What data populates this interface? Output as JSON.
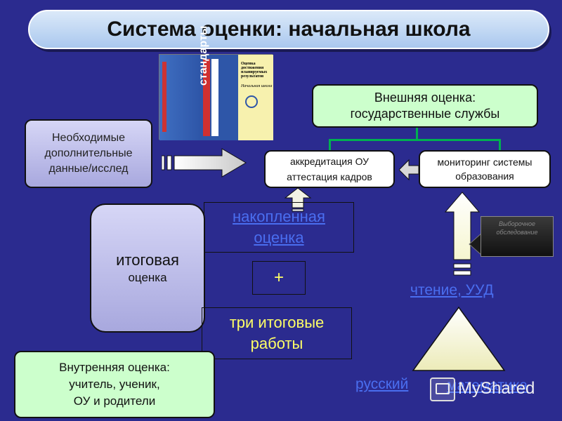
{
  "title": "Система оценки: начальная школа",
  "external": {
    "line1": "Внешняя оценка:",
    "line2": "государственные службы"
  },
  "needed_data": {
    "line1": "Необходимые",
    "line2": "дополнительные",
    "line3": "данные/исслед"
  },
  "accreditation": {
    "line1": "аккредитация ОУ",
    "line2": "аттестация кадров"
  },
  "monitoring": {
    "line1": "мониторинг системы",
    "line2": "образования"
  },
  "book": {
    "spine": "стандарты",
    "cover_line1": "Оценка",
    "cover_line2": "достижения",
    "cover_line3": "планируемых",
    "cover_line4": "результатов",
    "cover_sub": "Начальная школа"
  },
  "final": {
    "line1": "итоговая",
    "line2": "оценка"
  },
  "accumulated": {
    "line1": "накопленная",
    "line2": "оценка"
  },
  "plus": "+",
  "three_works": {
    "line1": "три итоговые",
    "line2": "работы"
  },
  "sample": {
    "line1": "Выборочное",
    "line2": "обследование"
  },
  "reading": "чтение, УУД",
  "russian": "русский",
  "math": "математика",
  "internal": {
    "line1": "Внутренняя оценка:",
    "line2": "учитель, ученик,",
    "line3": "ОУ и родители"
  },
  "watermark": "MyShared"
}
